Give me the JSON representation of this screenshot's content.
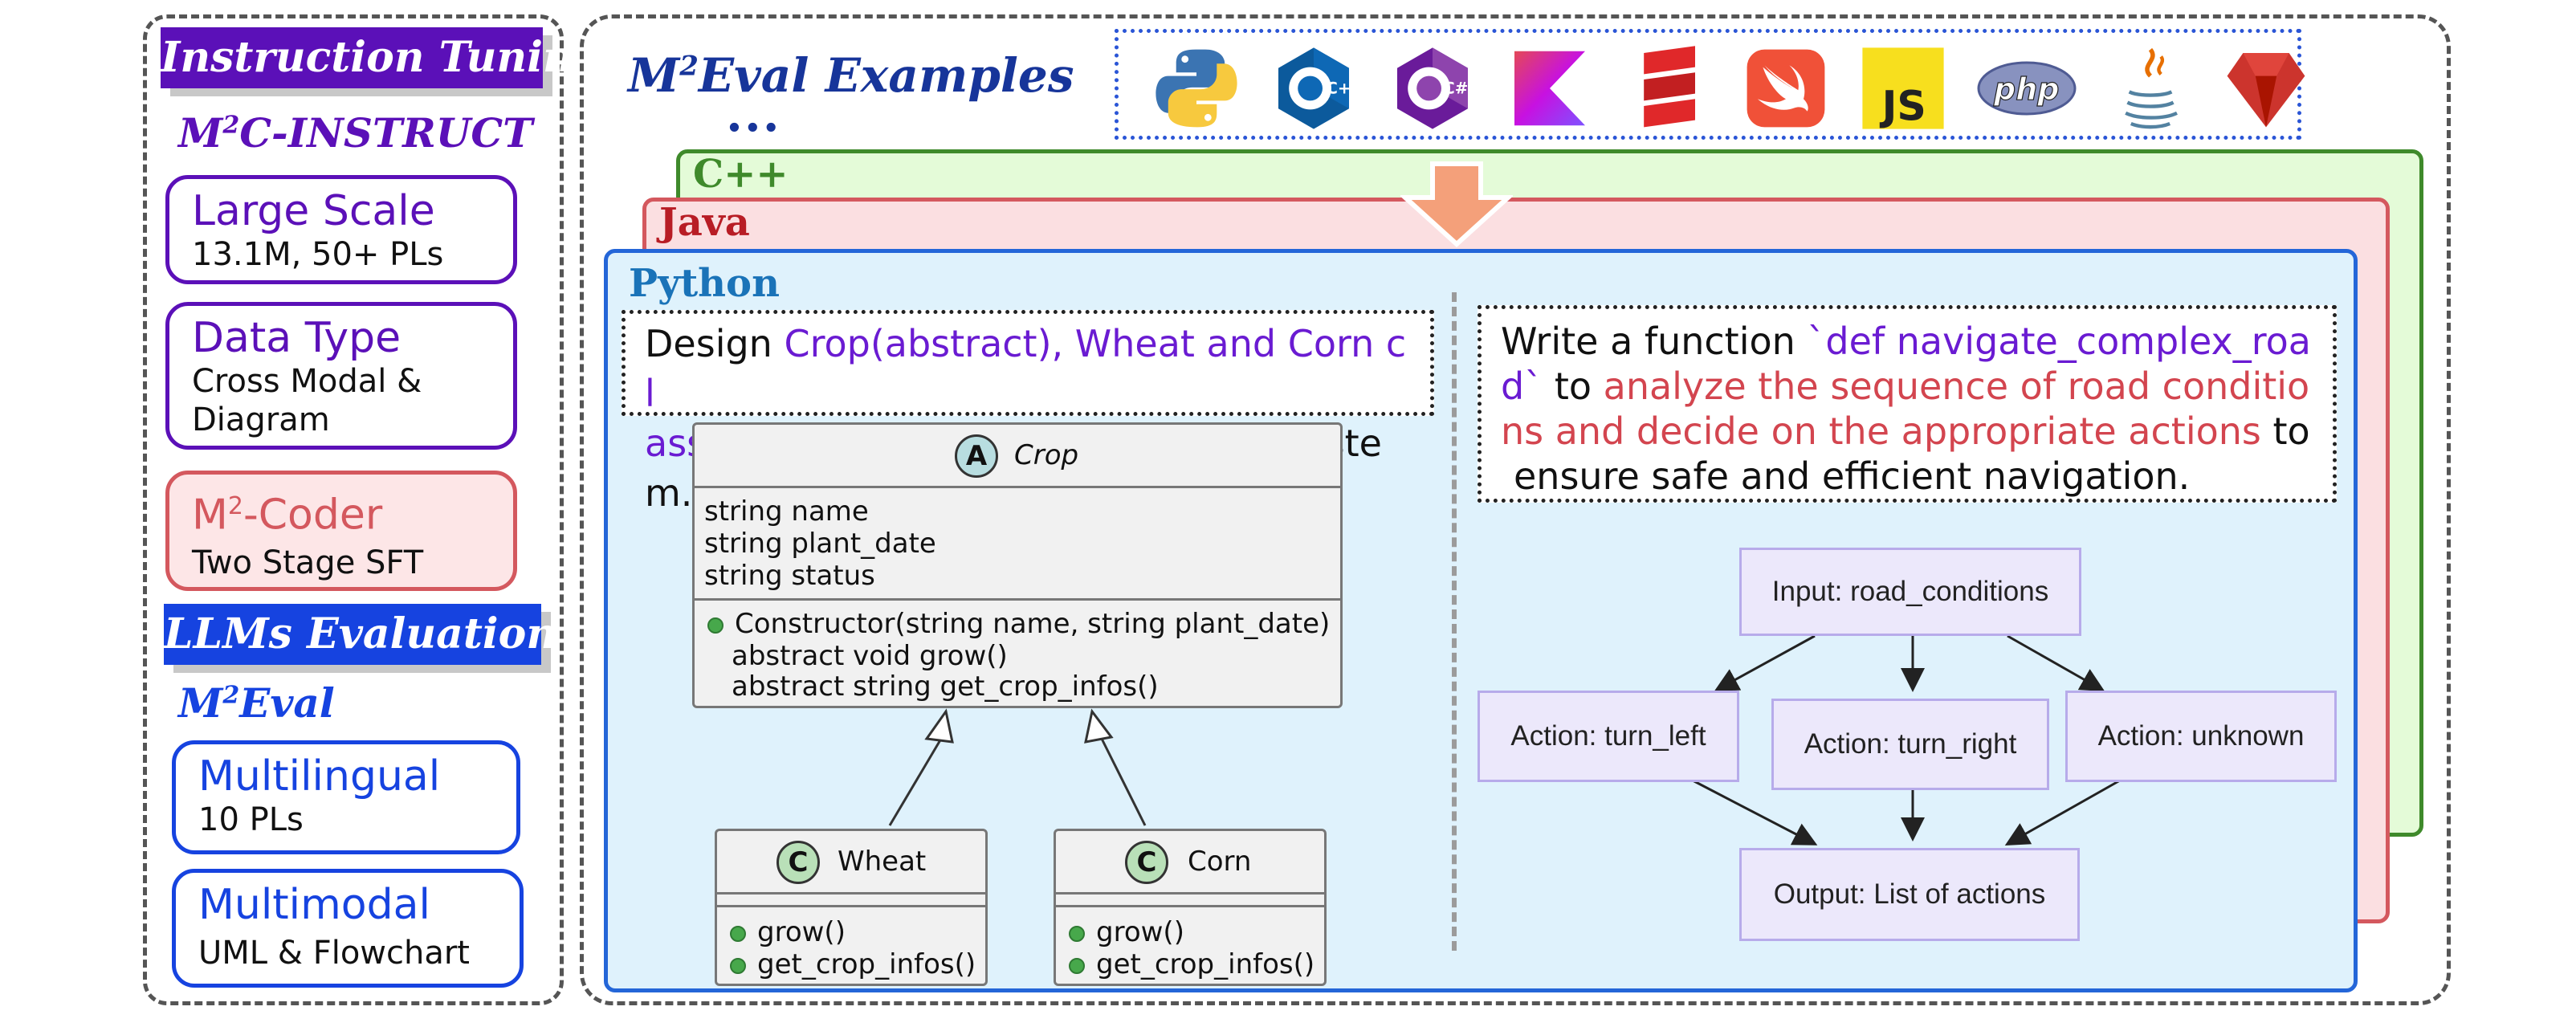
{
  "left": {
    "banner_tuning": "Instruction Tuning",
    "instruct_title_pre": "M",
    "instruct_title_sup": "2",
    "instruct_title_post": "C-INSTRUCT",
    "cards": [
      {
        "title": "Large Scale",
        "sub": "13.1M, 50+ PLs"
      },
      {
        "title": "Data Type",
        "sub1": "Cross Modal &",
        "sub2": "Diagram"
      },
      {
        "title_pre": "M",
        "title_sup": "2",
        "title_post": "-Coder",
        "sub": "Two Stage SFT"
      }
    ],
    "banner_eval": "LLMs Evaluation",
    "eval_title_pre": "M",
    "eval_title_sup": "2",
    "eval_title_post": "Eval",
    "eval_cards": [
      {
        "title": "Multilingual",
        "sub": "10 PLs"
      },
      {
        "title": "Multimodal",
        "sub": "UML & Flowchart"
      }
    ]
  },
  "right": {
    "title_pre": "M",
    "title_sup": "2",
    "title_post": "Eval Examples",
    "dots": "...",
    "icons": [
      "python-icon",
      "cpp-icon",
      "csharp-icon",
      "kotlin-icon",
      "scala-icon",
      "swift-icon",
      "javascript-icon",
      "php-icon",
      "java-icon",
      "ruby-icon"
    ],
    "icon_text": {
      "js": "JS",
      "php": "php",
      "cpp": "C++",
      "csharp": "C#"
    },
    "lang_cpp": "C++",
    "lang_java": "Java",
    "lang_python": "Python",
    "prompt1": {
      "l1_a": "Design ",
      "l1_b": "Crop(abstract), Wheat and Corn cl",
      "l2_a": "ass",
      "l2_b": " in a virtual farm management system."
    },
    "prompt2": {
      "l1_a": "Write a function ",
      "l1_b": "`def navigate_complex_roa",
      "l2_a": "d`",
      "l2_b": " to ",
      "l2_c": "analyze the sequence of road conditio",
      "l3_a": "ns and decide on the appropriate actions",
      "l3_b": " to",
      "l4": "ensure safe and efficient navigation."
    },
    "uml": {
      "crop": {
        "badge": "A",
        "name": "Crop",
        "attrs": [
          "string name",
          "string plant_date",
          "string status"
        ],
        "methods": [
          "Constructor(string name, string plant_date)",
          "abstract void grow()",
          "abstract string get_crop_infos()"
        ]
      },
      "wheat": {
        "badge": "C",
        "name": "Wheat",
        "methods": [
          "grow()",
          "get_crop_infos()"
        ]
      },
      "corn": {
        "badge": "C",
        "name": "Corn",
        "methods": [
          "grow()",
          "get_crop_infos()"
        ]
      }
    },
    "flow": {
      "input": "Input: road_conditions",
      "left": "Action: turn_left",
      "mid": "Action: turn_right",
      "right": "Action: unknown",
      "output": "Output: List of actions"
    }
  },
  "colors": {
    "purple": "#5b10b8",
    "blue": "#1643e0",
    "coder_red": "#d4585e",
    "python_blue": "#2466d8",
    "java_red": "#d4585e",
    "cpp_green": "#3f8a2b",
    "arrow_orange": "#f4a07a"
  }
}
